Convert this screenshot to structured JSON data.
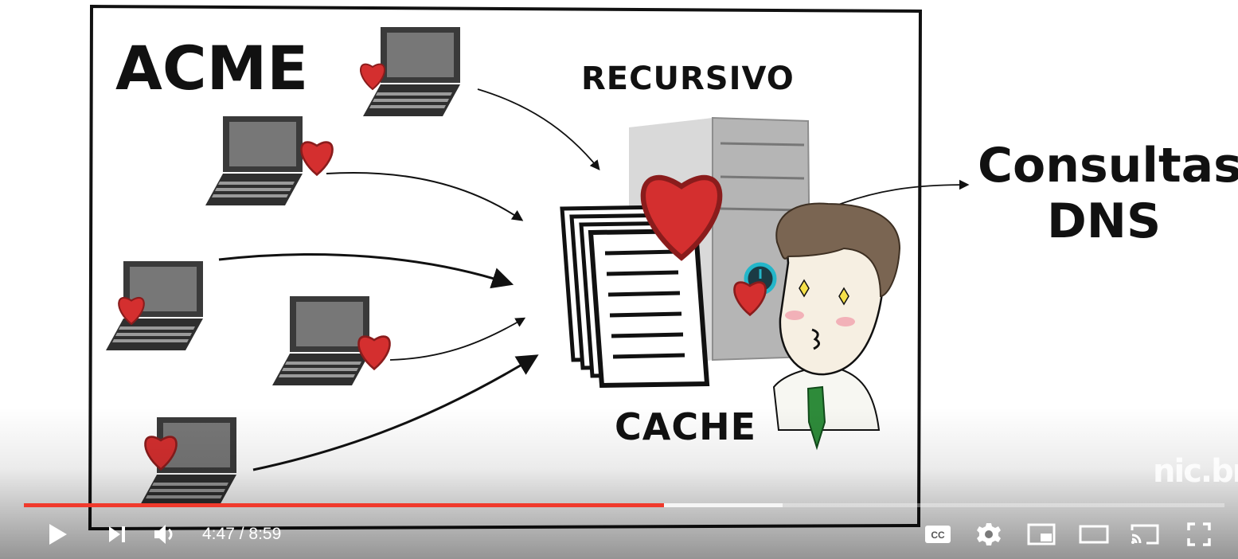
{
  "video": {
    "scene_text": {
      "brand": "ACME",
      "recursive": "RECURSIVO",
      "cache": "CACHE",
      "queries_line1": "Consultas",
      "queries_line2": "DNS"
    },
    "watermark": "nic.br",
    "progress": {
      "played_fraction": 0.533,
      "buffered_fraction": 0.632
    },
    "time": {
      "current": "4:47",
      "separator": " / ",
      "duration": "8:59"
    },
    "controls": {
      "play": "play-icon",
      "next": "next-icon",
      "volume": "volume-icon",
      "captions": "captions-icon",
      "settings": "gear-icon",
      "miniplayer": "miniplayer-icon",
      "theater": "theater-icon",
      "cast": "cast-icon",
      "fullscreen": "fullscreen-icon"
    },
    "colors": {
      "progress_played": "#f03a2c",
      "heart": "#d42f2f",
      "laptop": "#3a3a3a",
      "tie": "#2e8b3a"
    }
  }
}
